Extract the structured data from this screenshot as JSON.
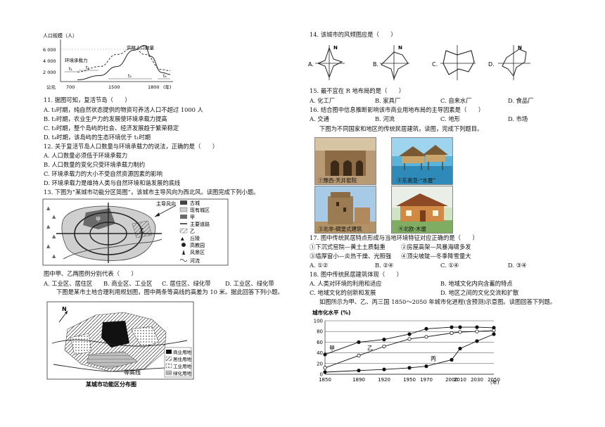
{
  "pop_chart": {
    "ylabel": "人口规模（人）",
    "y_ticks": [
      "6 000",
      "4 000",
      "2 000"
    ],
    "x_ticks": [
      "公元",
      "700",
      "1500",
      "1800",
      "(年)"
    ],
    "curve_labels": [
      "实际人口数量",
      "环境承载力"
    ],
    "t_labels": [
      "t₁",
      "t₂",
      "t₃",
      "t₄"
    ],
    "chart_data": {
      "type": "line",
      "title": "",
      "xlabel": "(年)",
      "ylabel": "人口规模（人）",
      "x_ticks": [
        700,
        1500,
        1800
      ],
      "y_ticks": [
        2000,
        4000,
        6000
      ],
      "series": [
        {
          "name": "实际人口数量",
          "x": [
            300,
            700,
            1000,
            1300,
            1500,
            1600,
            1800,
            1950
          ],
          "values": [
            300,
            1000,
            2500,
            5200,
            6000,
            4200,
            1500,
            1200
          ]
        },
        {
          "name": "环境承载力",
          "x": [
            300,
            700,
            1000,
            1300,
            1500,
            1800,
            1950
          ],
          "values": [
            1600,
            2500,
            4500,
            5600,
            4500,
            2000,
            1800
          ]
        }
      ]
    }
  },
  "q11": {
    "stem": "11. 据图可知，复活节岛（　　）",
    "options": [
      "A. t₁时期，纯自然状态提供的物资可养活人口不超过 1000 人",
      "B. t₂时期，农业生产力的发展使环境承载力提高",
      "C. t₃时期，整个岛屿的社会、经济发展趋于繁荣稳定",
      "D. t₄时期，该岛屿的生态环境优于 t₁时期"
    ]
  },
  "q12": {
    "stem": "12. 关于复活节岛人口数量与环境承载力的说法，正确的是（　　）",
    "options": [
      "A. 人口数量必须低于环境承载力",
      "B. 人口数量的变化只受环境承载力制约",
      "C. 环境承载力的大小不受自然资源因素的影响",
      "D. 环境承载力是维持人类与自然环境和谐发展的底线"
    ]
  },
  "q13": {
    "stem": "13. 下图为“某城市功能分区简图”，该城市主导风向为西北风。读图完成下列小题。",
    "wind_label": "主导风向",
    "legend": [
      "古城",
      "现有城区",
      "甲",
      "主要道路",
      "乙",
      "丘陵",
      "高教园",
      "风景区",
      "河流"
    ],
    "map_labels": [
      "甲",
      "乙"
    ],
    "question": "图中甲、乙两图例分别代表（　　）",
    "options": [
      "A. 工业区、居住区",
      "B. 商业区、工业区",
      "C. 居住区、绿化带",
      "D. 工业区、绿化带"
    ]
  },
  "intro_land": "下图是某市土地合理利用规划图，图中两条等高线的高差为 10 米。据此回答下列小题。",
  "land_map": {
    "north": "N",
    "contour_label": "等高线",
    "legend": [
      "商业用地",
      "居住用地",
      "工业用地",
      "绿化用地"
    ],
    "caption": "某城市功能区分布图"
  },
  "q14": {
    "stem": "14. 该城市的风频图应是（　　）",
    "options": [
      "A.",
      "B.",
      "C.",
      "D."
    ],
    "north": "N"
  },
  "q15": {
    "stem": "15. 最不宜在 R 地布局的是（　　）",
    "options": [
      "A. 化工厂",
      "B. 家具厂",
      "C. 自来水厂",
      "D. 食品厂"
    ]
  },
  "q16": {
    "stem": "16. 结合图中信息推断影响该市商业用地布局的主导因素是（　　）",
    "options": [
      "A. 交通",
      "B. 河流",
      "C. 地形",
      "D. 市场"
    ]
  },
  "intro_houses": "下图为不同国家和地区的传统民居建筑，读图，完成下列题目。",
  "photos": [
    "①豫西-天井窑院",
    "②东南亚-“水屋”",
    "③北非-碉堡式建筑",
    "④北欧-木屋"
  ],
  "q17": {
    "stem": "17. 图中传统民居特点形成与当地环境特征对应正确的是（　　）",
    "items": [
      "①下沉式窑院—黄土土质黏重",
      "②房屋高架—风暴海啸多发",
      "③墙厚窗小—炎热干燥、光照强",
      "④顶尖坡陡—冬季降雪量大"
    ],
    "options": [
      "A. ①②",
      "B. ②④",
      "C. ①④",
      "D. ③④"
    ]
  },
  "q18": {
    "stem": "18. 图中传统民居建筑体现（　　）",
    "options": [
      "A. 人类对环境的利用和适应",
      "B. 地域文化内向含蓄的特点",
      "C. 地域文化的创新和发展",
      "D. 地区之间的文化交流和扩散"
    ]
  },
  "intro_urban": "如图所示为甲、乙、丙三国 1850～2050 年城市化进程(含预测)示意图。读图回答下列题。",
  "urban_chart": {
    "ylabel": "城市化水平 (%)",
    "xunit": "(年)",
    "chart_data": {
      "type": "line",
      "title": "",
      "ylabel": "城市化水平 (%)",
      "xlabel": "(年)",
      "x": [
        1850,
        1890,
        1920,
        1950,
        1970,
        2000,
        2010,
        2030,
        2050
      ],
      "ylim": [
        0,
        100
      ],
      "y_ticks": [
        0,
        20,
        40,
        60,
        80,
        100
      ],
      "series": [
        {
          "name": "甲",
          "values": [
            37,
            60,
            65,
            75,
            85,
            88,
            88,
            88,
            87
          ]
        },
        {
          "name": "乙",
          "values": [
            12,
            35,
            52,
            66,
            70,
            77,
            79,
            80,
            82
          ]
        },
        {
          "name": "丙",
          "values": [
            4,
            7,
            9,
            12,
            15,
            27,
            48,
            62,
            75
          ]
        }
      ]
    }
  }
}
